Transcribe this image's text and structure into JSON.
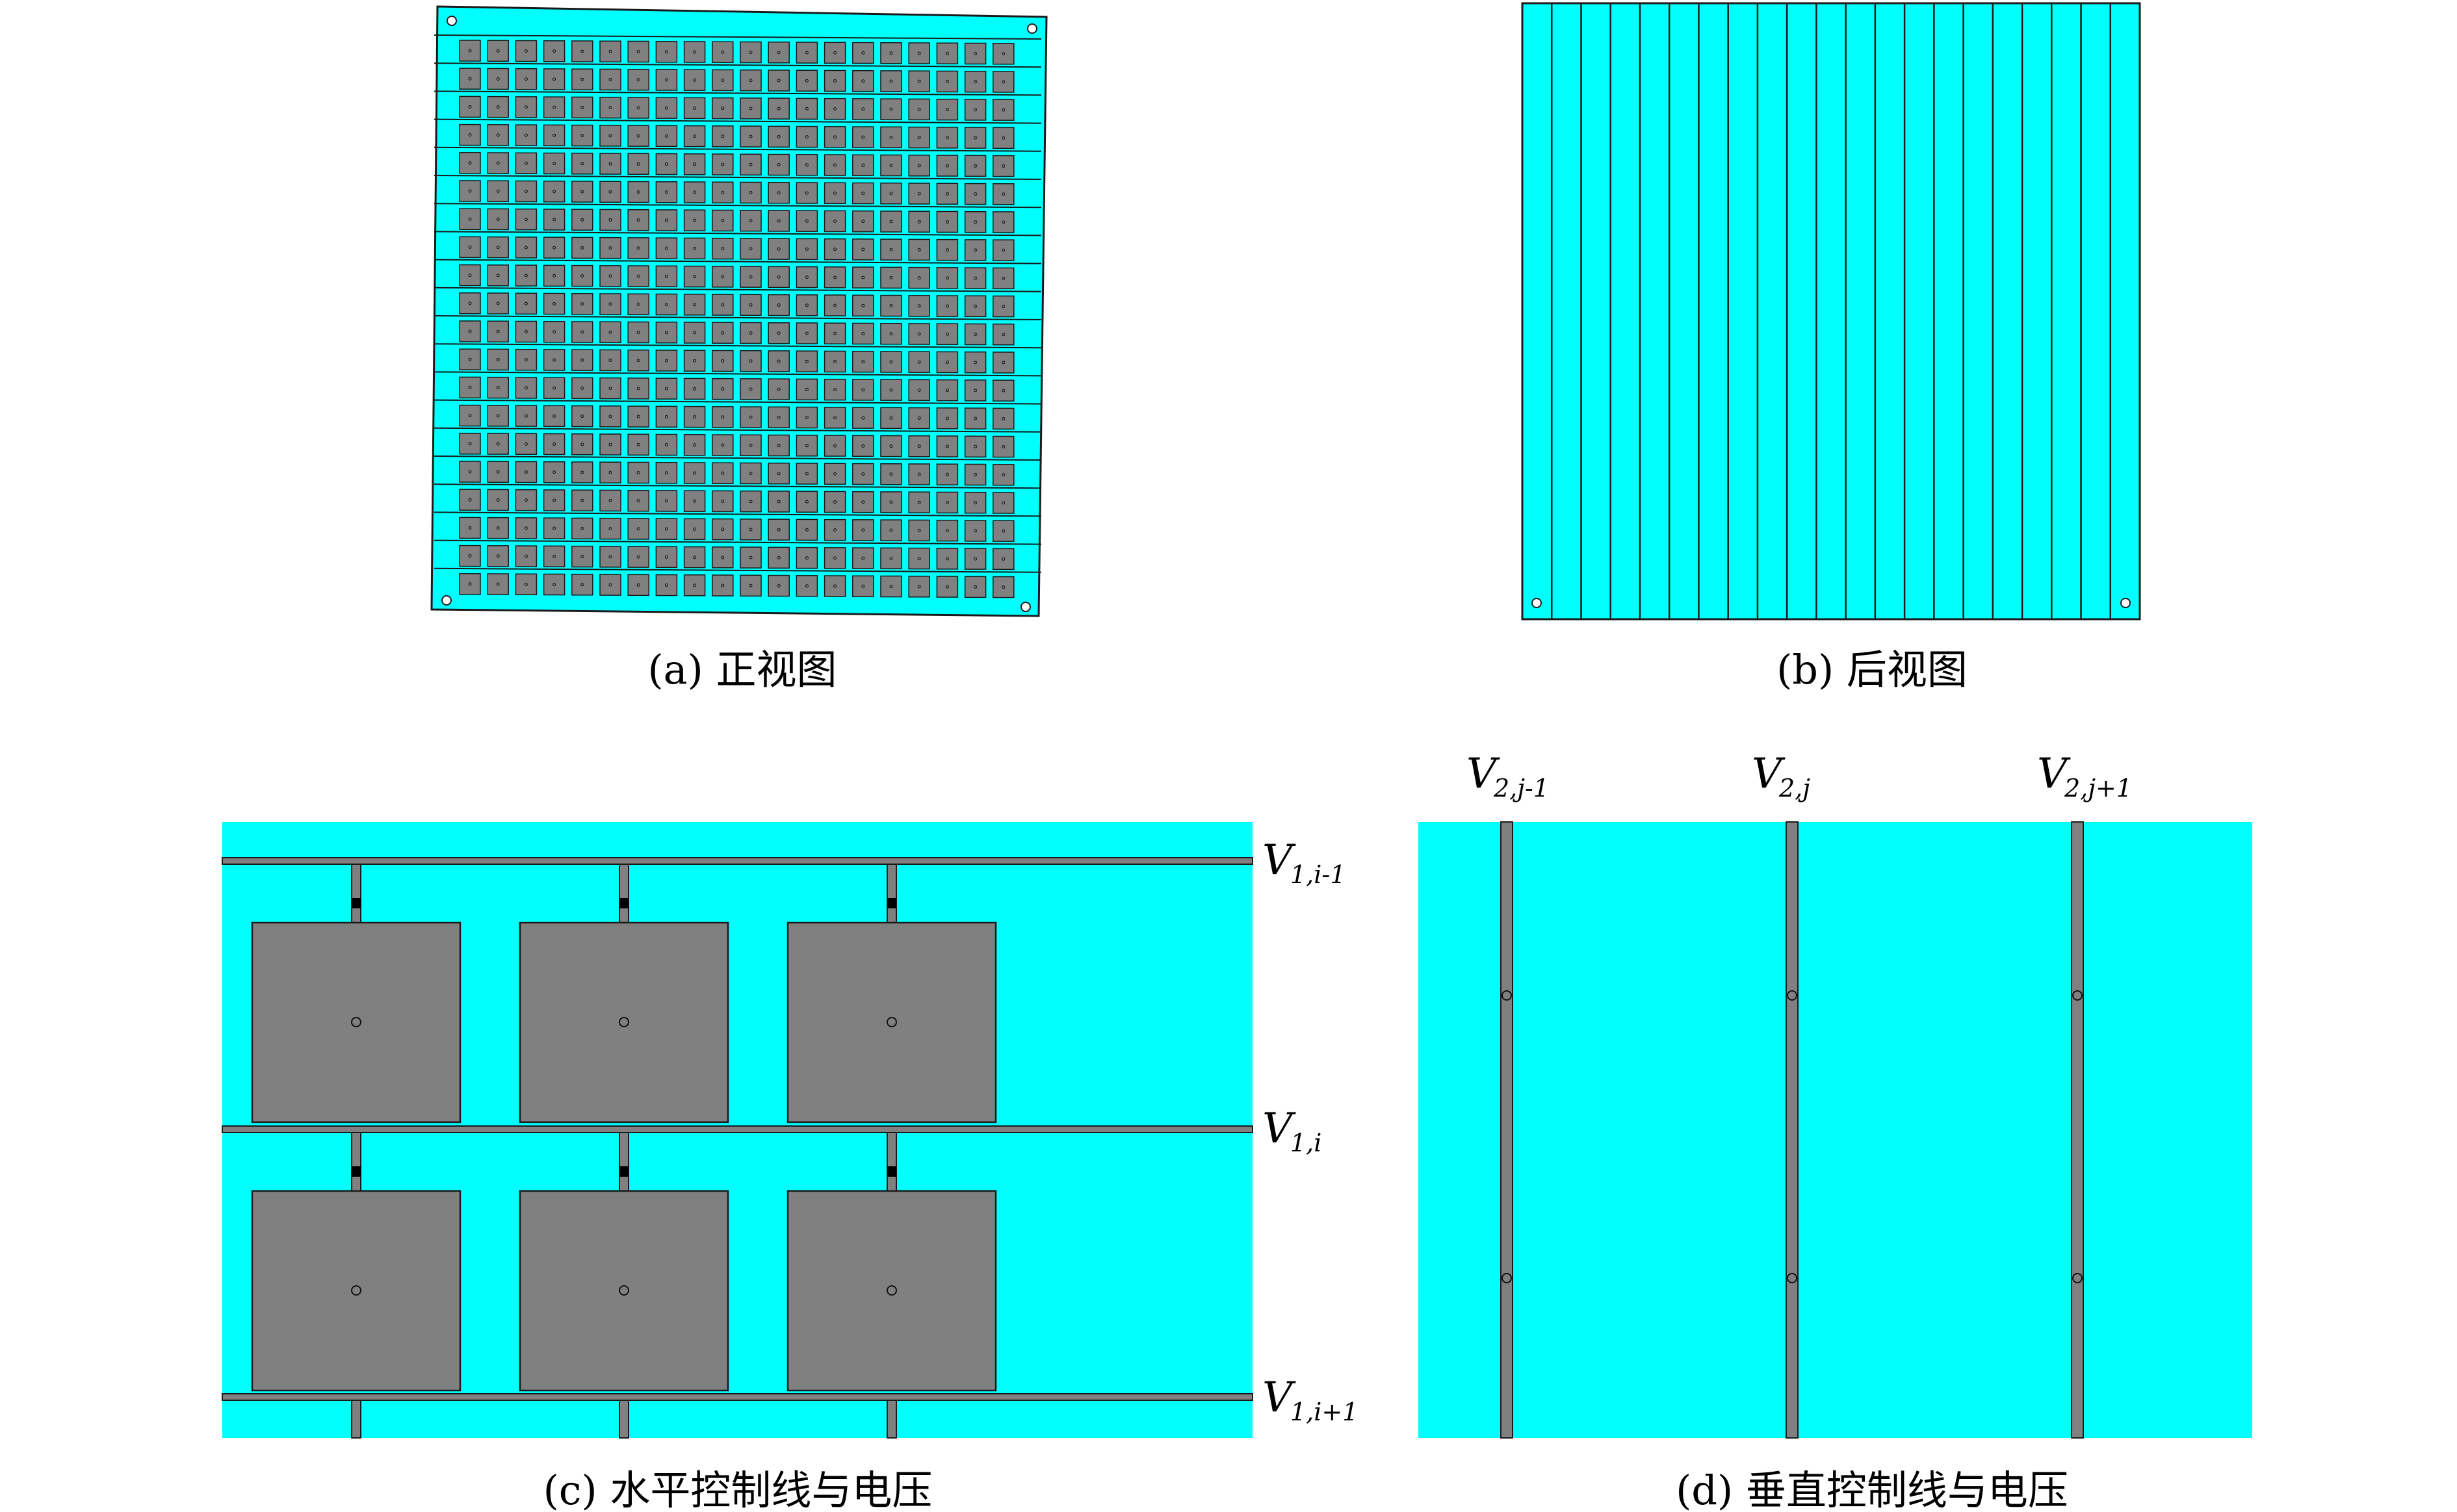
{
  "colors": {
    "substrate": "#00FFFF",
    "patch": "#808080",
    "outline": "#1a1a1a",
    "background": "#FFFFFF",
    "via": "#111111"
  },
  "panels": {
    "a": {
      "caption": "(a) 正视图",
      "grid_rows": 20,
      "grid_cols": 20
    },
    "b": {
      "caption": "(b) 后视图",
      "strip_count": 21
    },
    "c": {
      "caption": "(c) 水平控制线与电压",
      "labels": [
        {
          "main": "V",
          "sub": "1,i-1"
        },
        {
          "main": "V",
          "sub": "1,i"
        },
        {
          "main": "V",
          "sub": "1,i+1"
        }
      ]
    },
    "d": {
      "caption": "(d) 垂直控制线与电压",
      "labels": [
        {
          "main": "V",
          "sub": "2,j-1"
        },
        {
          "main": "V",
          "sub": "2,j"
        },
        {
          "main": "V",
          "sub": "2,j+1"
        }
      ]
    }
  }
}
